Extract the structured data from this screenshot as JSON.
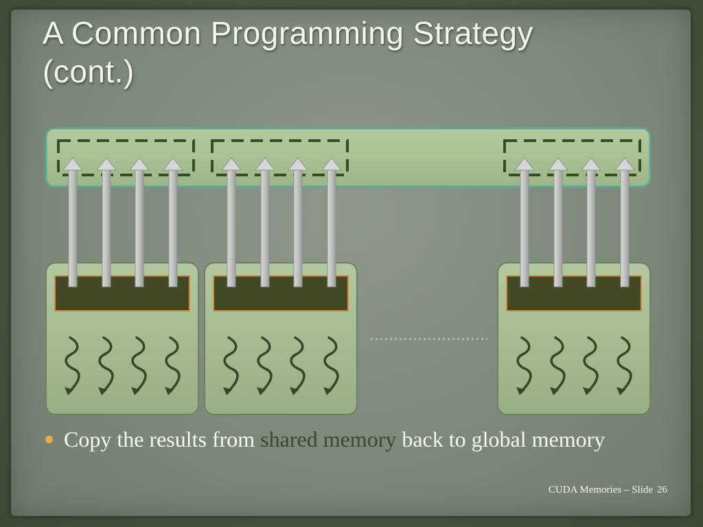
{
  "slide": {
    "title_line1": "A Common Programming Strategy",
    "title_line2": "(cont.)",
    "bullet": {
      "before": "Copy the results from ",
      "highlight": "shared memory",
      "after": " back to global memory"
    },
    "footer": {
      "label": "CUDA Memories – Slide",
      "page": "26"
    }
  },
  "diagram": {
    "blocks": 3,
    "threads_per_block": 4,
    "ellipsis_between": "after-block-2",
    "colors": {
      "global_memory_fill": "#a8c293",
      "global_memory_border": "#5aa89c",
      "block_fill": "#a7bd94",
      "shared_memory_fill": "#414a24",
      "shared_memory_border": "#d98a3a",
      "dashed_region": "#3a4a26",
      "arrow": "#c4c6c4",
      "thread_squiggle": "#3a4528",
      "ellipsis": "#b4bca7"
    }
  }
}
